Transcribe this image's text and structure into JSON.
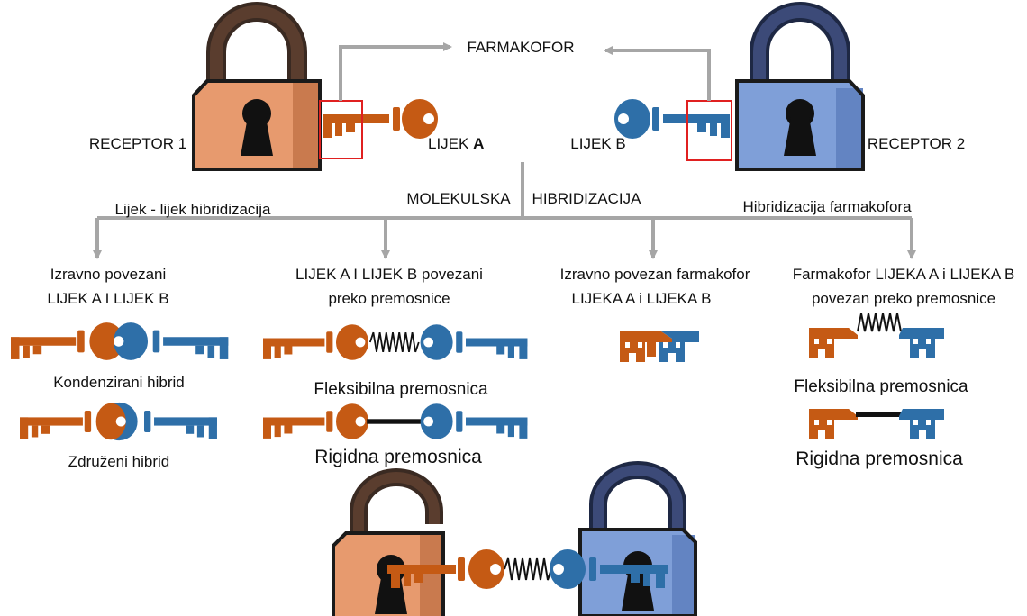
{
  "colors": {
    "orange": "#c55a14",
    "blue": "#2e6fa8",
    "lock_orange_body": "#e79a6e",
    "lock_blue_body": "#7f9fd8",
    "arrow_gray": "#a6a6a6",
    "highlight_red": "#e02020"
  },
  "top": {
    "farmakofor": "FARMAKOFOR",
    "receptor1": "RECEPTOR 1",
    "receptor2": "RECEPTOR 2",
    "lijek_a_prefix": "LIJEK ",
    "lijek_a_letter": "A",
    "lijek_b": "LIJEK B"
  },
  "center": {
    "molekulska": "MOLEKULSKA",
    "hibridizacija": "HIBRIDIZACIJA",
    "left_branch": "Lijek - lijek hibridizacija",
    "right_branch": "Hibridizacija farmakofora"
  },
  "columns": {
    "col1": {
      "line1": "Izravno povezani",
      "line2": "LIJEK A I LIJEK B",
      "caption1": "Kondenzirani hibrid",
      "caption2": "Združeni hibrid"
    },
    "col2": {
      "line1": "LIJEK A I LIJEK B povezani",
      "line2": "preko premosnice",
      "caption1": "Fleksibilna premosnica",
      "caption2": "Rigidna premosnica"
    },
    "col3": {
      "line1": "Izravno povezan farmakofor",
      "line2": "LIJEKA A  i LIJEKA B"
    },
    "col4": {
      "line1": "Farmakofor LIJEKA A i LIJEKA B",
      "line2": "povezan preko premosnice",
      "caption1": "Fleksibilna premosnica",
      "caption2": "Rigidna premosnica"
    }
  },
  "icons": [
    "padlock-icon",
    "key-icon",
    "spring-linker-icon"
  ]
}
